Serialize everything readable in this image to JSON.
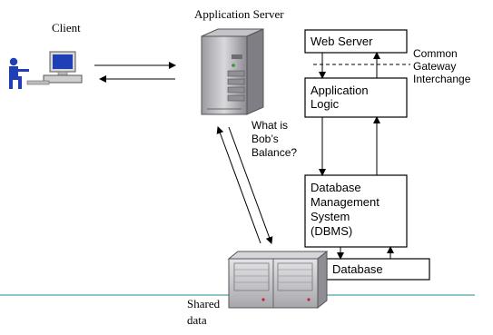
{
  "labels": {
    "client": "Client",
    "app_server": "Application Server",
    "shared_data_line1": "Shared",
    "shared_data_line2": "data",
    "query_line1": "What is",
    "query_line2": "Bob’s",
    "query_line3": "Balance?",
    "cgi_line1": "Common",
    "cgi_line2": "Gateway",
    "cgi_line3": "Interchange"
  },
  "boxes": {
    "web_server": "Web Server",
    "app_logic_line1": "Application",
    "app_logic_line2": "Logic",
    "dbms_line1": "Database",
    "dbms_line2": "Management",
    "dbms_line3": "System",
    "dbms_line4": "(DBMS)",
    "database": "Database"
  },
  "colors": {
    "footer_rule": "#4aa3a8",
    "box_border": "#000000",
    "monitor_screen": "#1f3fb6",
    "person": "#1f3fb6"
  }
}
